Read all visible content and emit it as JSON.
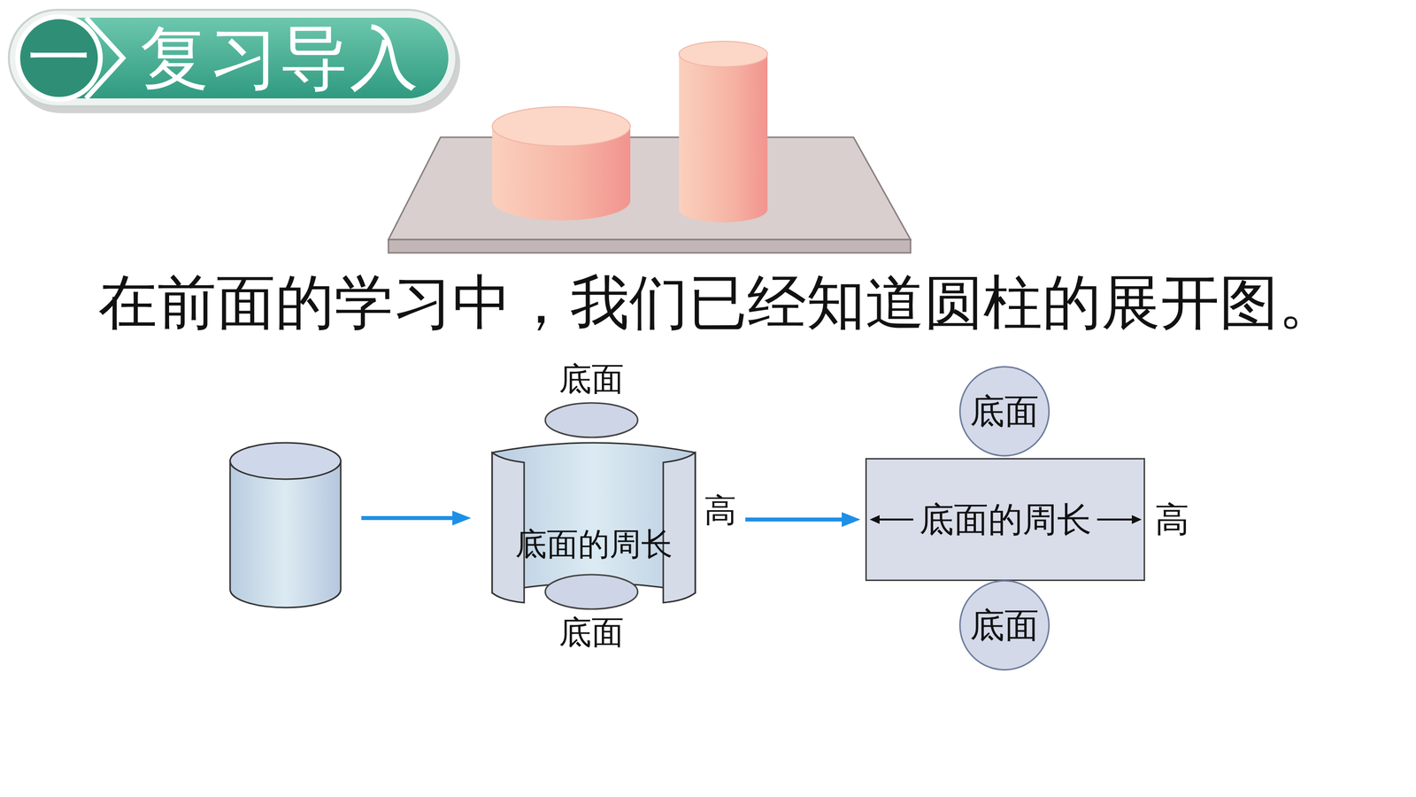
{
  "diagram": {
    "title": "复习导入",
    "caption": "在前面的学习中，我们已经知道圆柱的展开图。",
    "nodes": [
      {
        "text": [
          "底面"
        ]
      },
      {
        "text": [
          "底面的周长",
          "高"
        ]
      },
      {
        "text": [
          "底面"
        ]
      },
      {
        "text": [
          "底面"
        ]
      },
      {
        "text": [
          "底面的周长",
          "高"
        ]
      },
      {
        "text": [
          "底面"
        ]
      }
    ],
    "edges": [
      {
        "from": 1,
        "to": 4,
        "arrow": "to"
      }
    ],
    "labels": [
      "一"
    ]
  }
}
